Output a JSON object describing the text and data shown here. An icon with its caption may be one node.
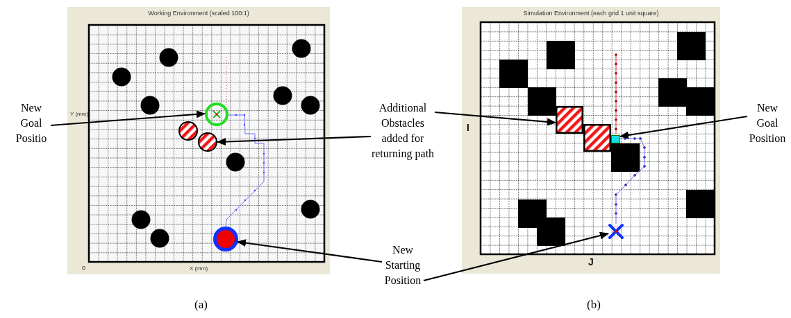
{
  "diagram": {
    "nodes": [
      {
        "text": [
          "Working Environment (scaled 100:1)",
          "Y (mm)",
          "0",
          "X (mm)"
        ]
      },
      {
        "text": [
          "New Goal Positio"
        ]
      },
      {
        "text": [],
        "shape": "circle",
        "in": 0
      },
      {
        "text": [],
        "shape": "circle",
        "in": 0
      },
      {
        "text": [],
        "shape": "circle",
        "in": 0
      },
      {
        "text": [],
        "shape": "circle",
        "in": 0
      },
      {
        "text": [
          "Additional Obstacles added for returning path"
        ]
      },
      {
        "text": [
          "Simulation Environment (each grid 1 unit square)",
          "I",
          "J"
        ]
      },
      {
        "text": [],
        "shape": "box",
        "in": 7
      },
      {
        "text": [],
        "shape": "box",
        "in": 7
      },
      {
        "text": [],
        "shape": "box",
        "in": 7
      },
      {
        "text": [],
        "shape": "cross",
        "in": 7
      },
      {
        "text": [
          "New Goal Position"
        ]
      },
      {
        "text": [
          "New Starting Position"
        ]
      }
    ],
    "edges": [
      {
        "from": 1,
        "to": 2,
        "arrow": "to"
      },
      {
        "from": 6,
        "to": 4,
        "arrow": "to"
      },
      {
        "from": 6,
        "to": 8,
        "arrow": "to"
      },
      {
        "from": 12,
        "to": 10,
        "arrow": "to"
      },
      {
        "from": 13,
        "to": 5,
        "arrow": "to"
      },
      {
        "from": 13,
        "to": 11,
        "arrow": "to"
      },
      {
        "from": 5,
        "to": 2,
        "arrow": "none",
        "color": "#6b6bff"
      },
      {
        "from": 11,
        "to": 10,
        "arrow": "none",
        "color": "#6b6bff"
      }
    ],
    "labels": [
      "(a)",
      "(b)"
    ]
  }
}
